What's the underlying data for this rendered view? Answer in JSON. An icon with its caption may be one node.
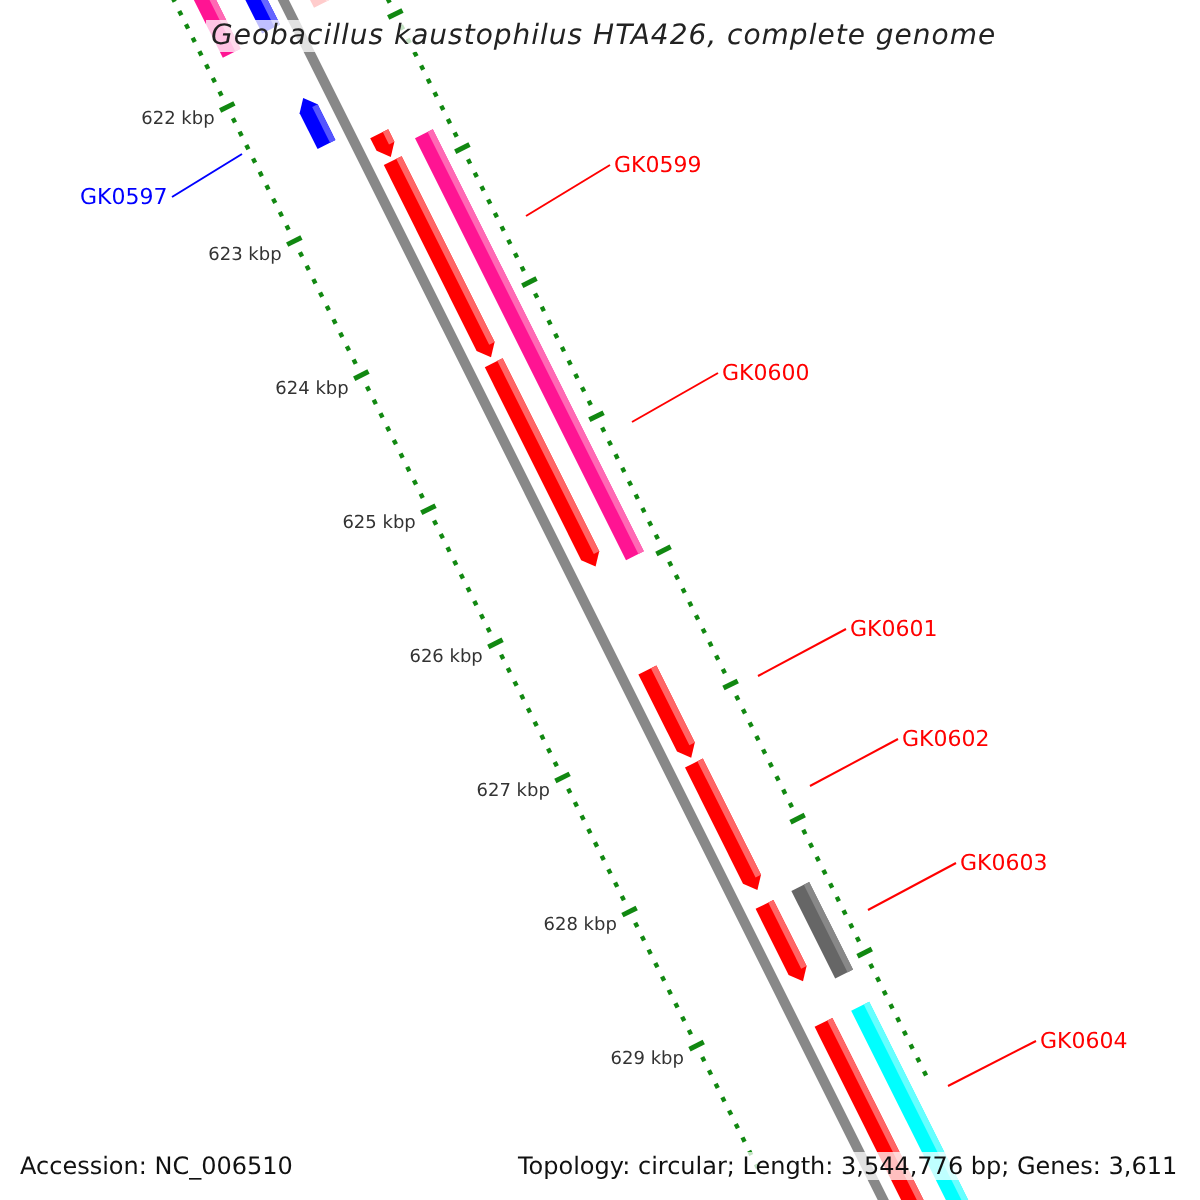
{
  "diagram": {
    "title": "Geobacillus kaustophilus HTA426, complete genome",
    "nodes": [
      {
        "text": [
          "GK0597"
        ]
      },
      {
        "text": [
          "GK0599"
        ]
      },
      {
        "text": [
          "GK0600"
        ]
      },
      {
        "text": [
          "GK0601"
        ]
      },
      {
        "text": [
          "GK0602"
        ]
      },
      {
        "text": [
          "GK0603"
        ]
      },
      {
        "text": [
          "GK0604"
        ]
      }
    ],
    "edges": [
      {
        "from": 0,
        "to": null,
        "arrow": "none",
        "color": "#0000ff"
      },
      {
        "from": 1,
        "to": null,
        "arrow": "none"
      },
      {
        "from": 2,
        "to": null,
        "arrow": "none"
      },
      {
        "from": 3,
        "to": null,
        "arrow": "none"
      },
      {
        "from": 4,
        "to": null,
        "arrow": "none"
      },
      {
        "from": 5,
        "to": null,
        "arrow": "none"
      },
      {
        "from": 6,
        "to": null,
        "arrow": "none"
      }
    ],
    "labels": [
      "622 kbp",
      "623 kbp",
      "624 kbp",
      "625 kbp",
      "626 kbp",
      "627 kbp",
      "628 kbp",
      "629 kbp",
      "Accession: NC_006510",
      "Topology: circular; Length: 3,544,776 bp; Genes: 3,611"
    ]
  }
}
